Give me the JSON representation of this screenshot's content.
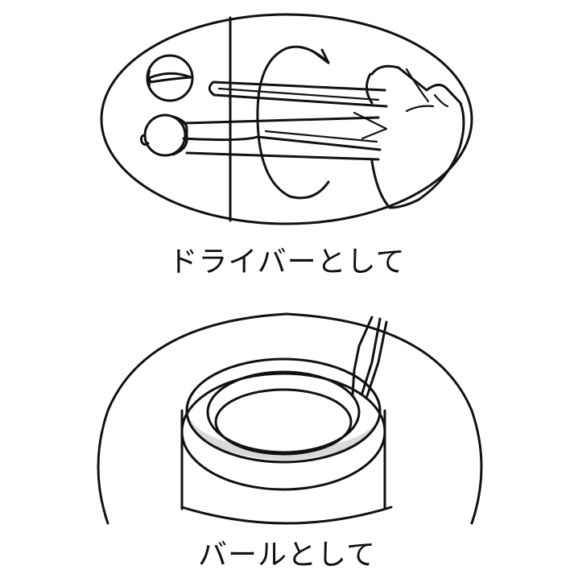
{
  "figures": [
    {
      "id": "driver",
      "caption": "ドライバーとして",
      "description": "Hand gripping a folding tool inserted into a screw/knob on a door, with a rotation arrow indicating turning like a screwdriver"
    },
    {
      "id": "crowbar",
      "caption": "バールとして",
      "description": "Tool tip prying the rim of a cylindrical cap/ring, used like a crowbar"
    }
  ],
  "colors": {
    "line": "#111111",
    "background": "#ffffff",
    "highlight_ring": "#d9d9d9"
  }
}
